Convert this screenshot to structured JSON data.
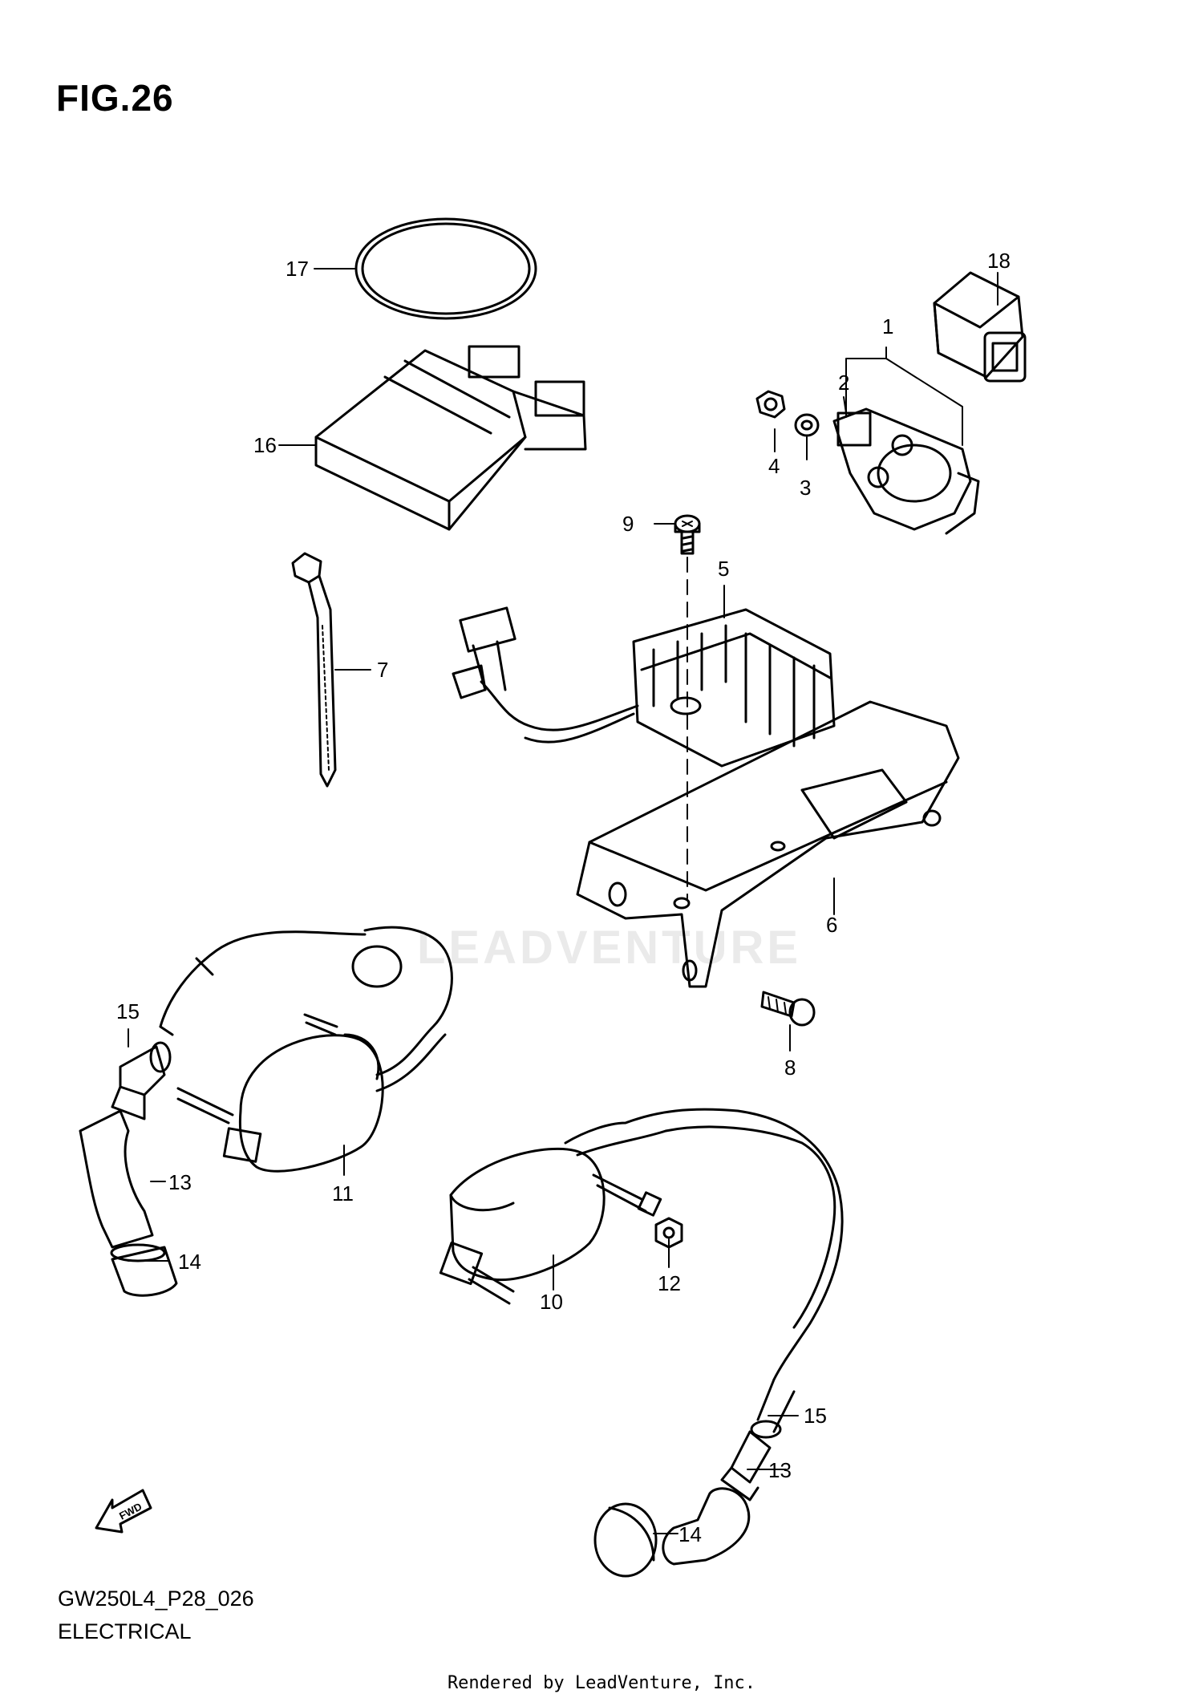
{
  "figure_title": "FIG.26",
  "diagram_code": "GW250L4_P28_026",
  "section_name": "ELECTRICAL",
  "footer": "Rendered by LeadVenture, Inc.",
  "watermark": "LEADVENTURE",
  "fwd_label": "FWD",
  "callouts": {
    "c1": "1",
    "c2": "2",
    "c3": "3",
    "c4": "4",
    "c5": "5",
    "c6": "6",
    "c7": "7",
    "c8": "8",
    "c9": "9",
    "c10": "10",
    "c11": "11",
    "c12": "12",
    "c13a": "13",
    "c13b": "13",
    "c14a": "14",
    "c14b": "14",
    "c15a": "15",
    "c15b": "15",
    "c16": "16",
    "c17": "17",
    "c18": "18"
  }
}
